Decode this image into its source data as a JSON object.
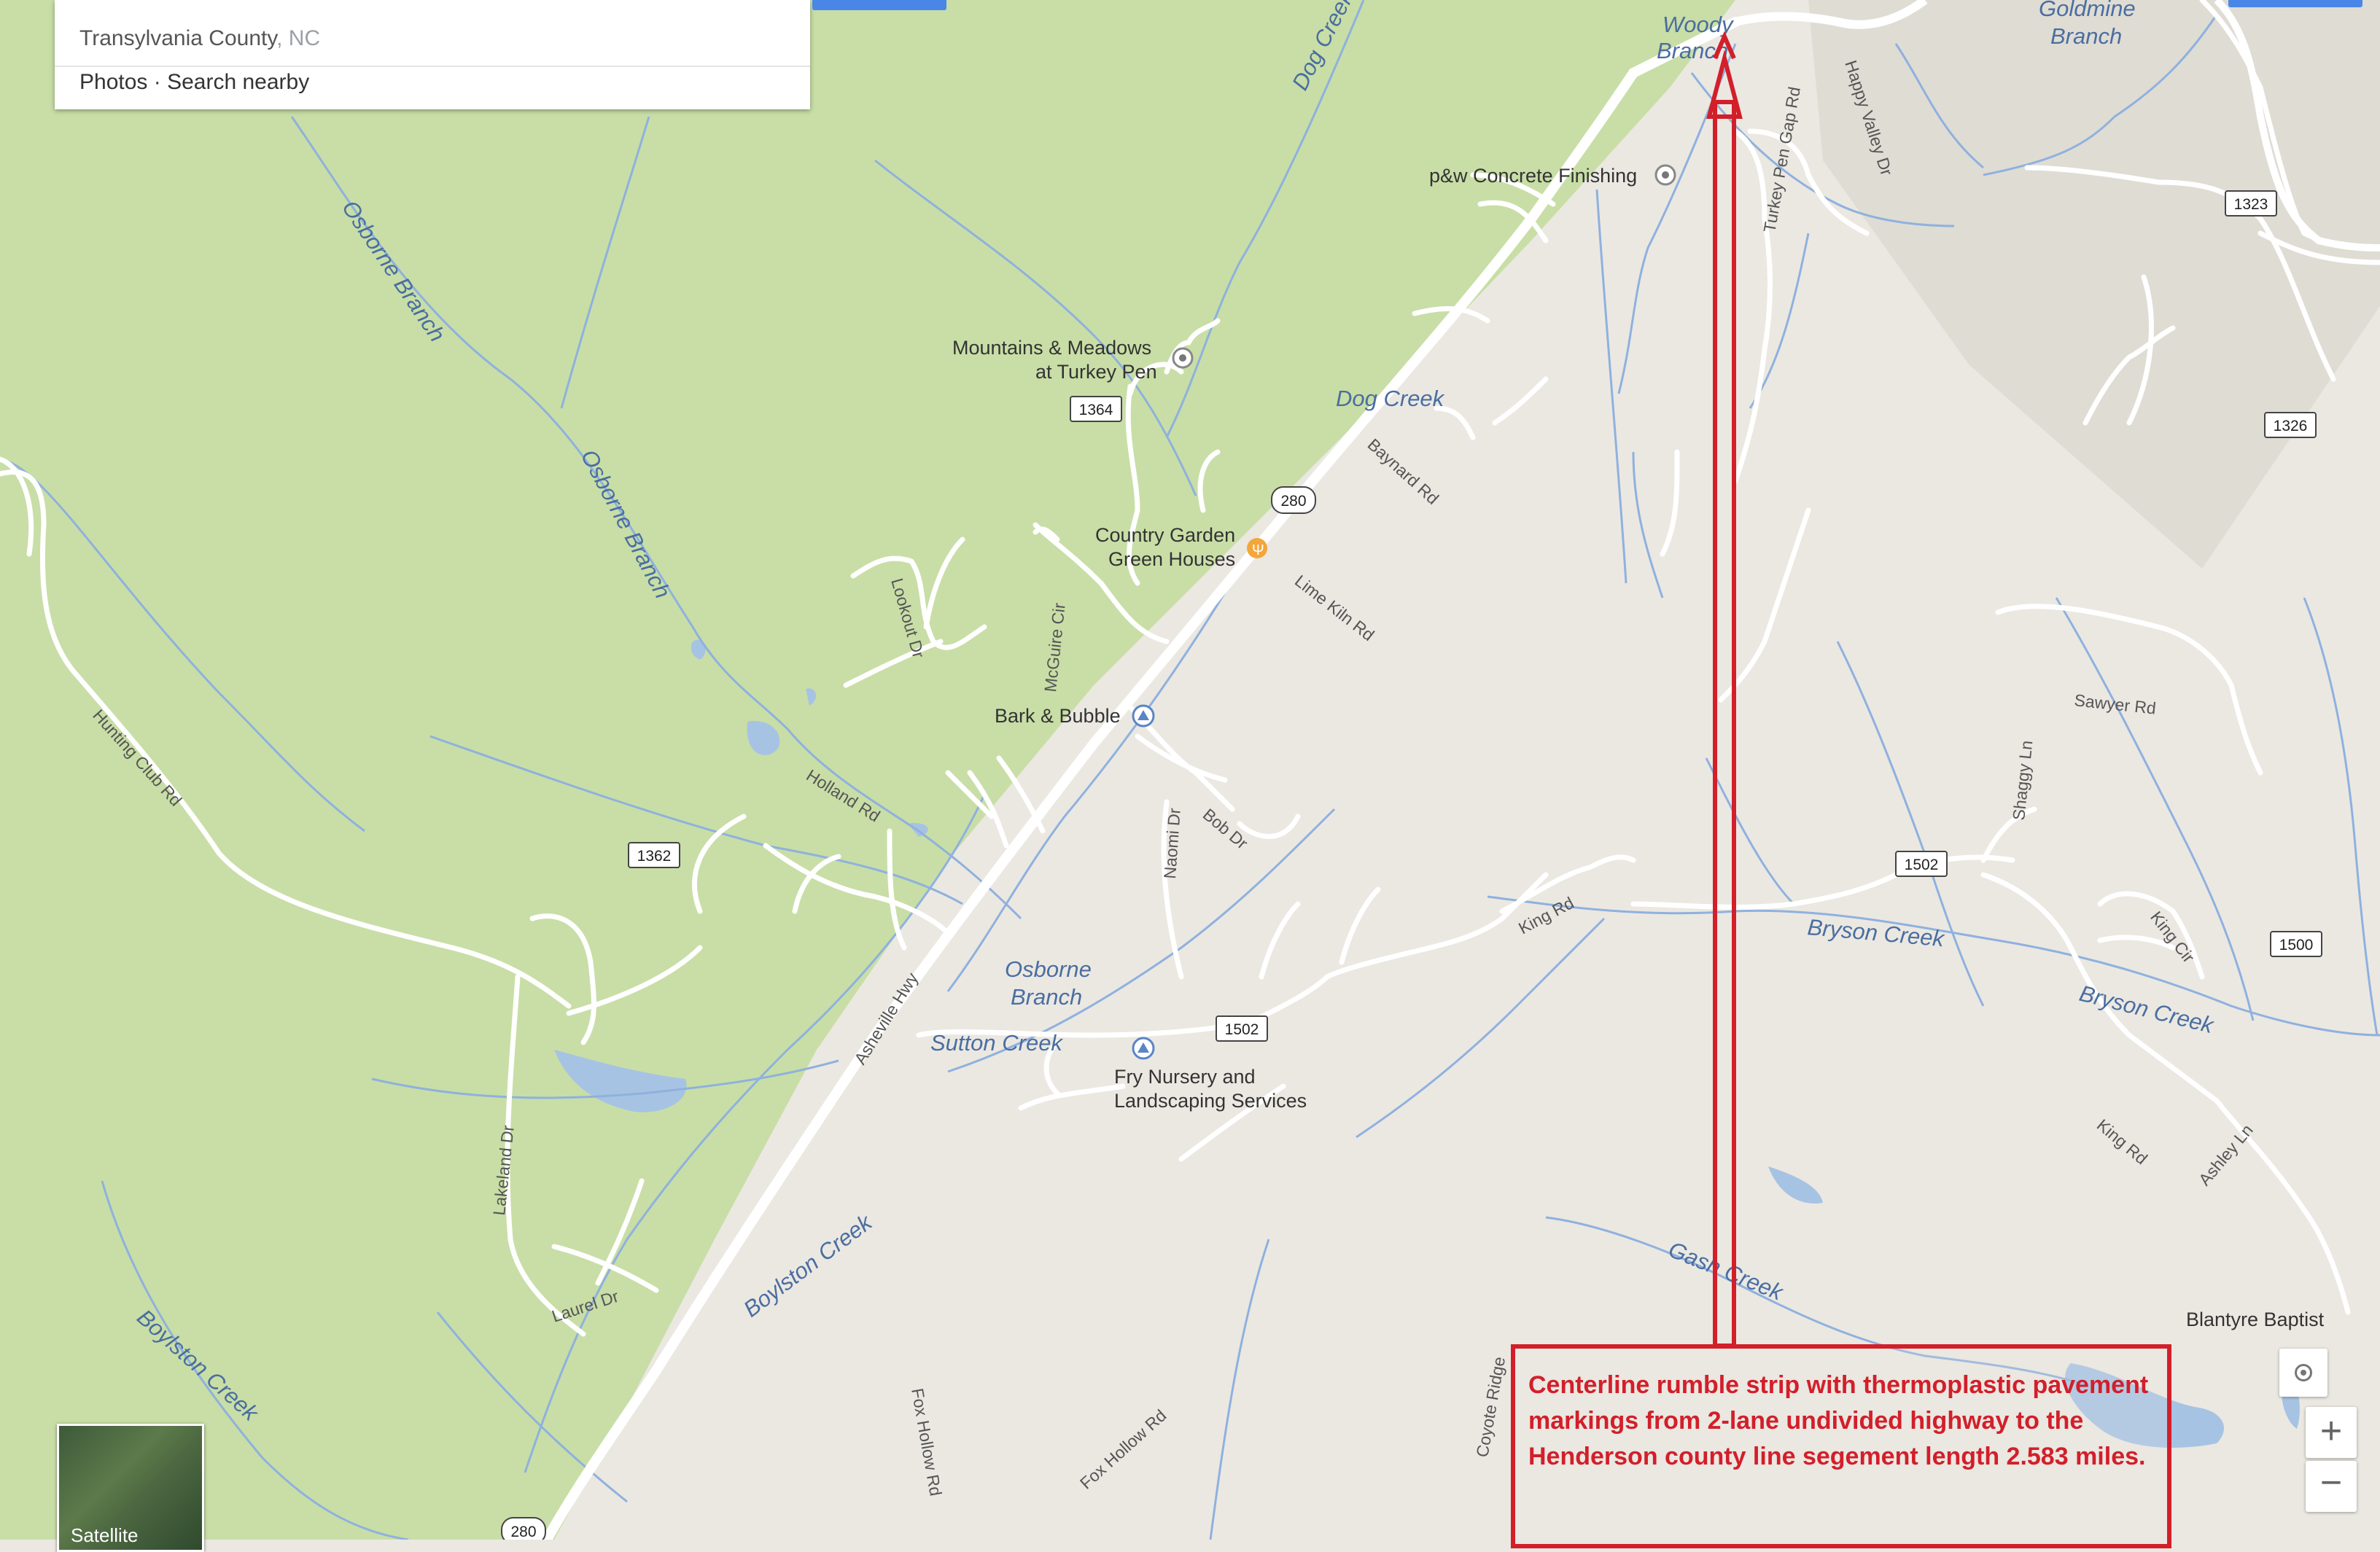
{
  "search_panel": {
    "county": "Transylvania County",
    "state_sep": ", ",
    "state": "NC",
    "photos": "Photos",
    "sep": " · ",
    "search_nearby": "Search nearby"
  },
  "pois": {
    "concrete": "p&w Concrete Finishing",
    "mountains_1": "Mountains & Meadows",
    "mountains_2": "at Turkey Pen",
    "garden_1": "Country Garden",
    "garden_2": "Green Houses",
    "bark": "Bark & Bubble",
    "fry_1": "Fry Nursery and",
    "fry_2": "Landscaping Services",
    "blantyre": "Blantyre Baptist"
  },
  "water_labels": {
    "woody_1": "Woody",
    "woody_2": "Branch",
    "goldmine_1": "Goldmine",
    "goldmine_2": "Branch",
    "dog_creek_n": "Dog Creek",
    "dog_creek": "Dog Creek",
    "osborne_1": "Osborne Branch",
    "osborne_2": "Osborne Branch",
    "osborne_3a": "Osborne",
    "osborne_3b": "Branch",
    "sutton": "Sutton Creek",
    "boylston_1": "Boylston Creek",
    "boylston_2": "Boylston Creek",
    "bryson_1": "Bryson Creek",
    "bryson_2": "Bryson Creek",
    "gash": "Gash Creek"
  },
  "roads": {
    "happy_valley": "Happy Valley Dr",
    "turkey_pen": "Turkey Pen Gap Rd",
    "baynard": "Baynard Rd",
    "lime_kiln": "Lime Kiln Rd",
    "lookout": "Lookout Dr",
    "mcguire": "McGuire Cir",
    "hunting_club": "Hunting Club Rd",
    "holland": "Holland Rd",
    "naomi": "Naomi Dr",
    "bob": "Bob Dr",
    "asheville": "Asheville Hwy",
    "king_1": "King Rd",
    "king_2": "King Rd",
    "king_cir": "King Cir",
    "sawyer": "Sawyer Rd",
    "shaggy": "Shaggy Ln",
    "ashley": "Ashley Ln",
    "lakeland": "Lakeland Dr",
    "laurel": "Laurel Dr",
    "fox_hollow_dr": "Fox Hollow Rd",
    "fox_hollow_rd": "Fox Hollow Rd",
    "coyote": "Coyote Ridge"
  },
  "shields": {
    "s1323": "1323",
    "s1326": "1326",
    "s1364": "1364",
    "s280a": "280",
    "s280b": "280",
    "s1362": "1362",
    "s1502a": "1502",
    "s1502b": "1502",
    "s1500": "1500"
  },
  "controls": {
    "satellite": "Satellite",
    "zoom_in": "+",
    "zoom_out": "−"
  },
  "annotation": {
    "text": "Centerline rumble strip with thermoplastic pavement markings from 2-lane undivided highway to the Henderson county line segement length 2.583 miles."
  },
  "colors": {
    "forest": "#c8dea6",
    "land": "#ebe8e2",
    "ridge": "#dfdcd4",
    "water": "#a7c3e3",
    "stream": "#8fb1de",
    "road": "#ffffff",
    "annotation": "#d21f2a"
  }
}
